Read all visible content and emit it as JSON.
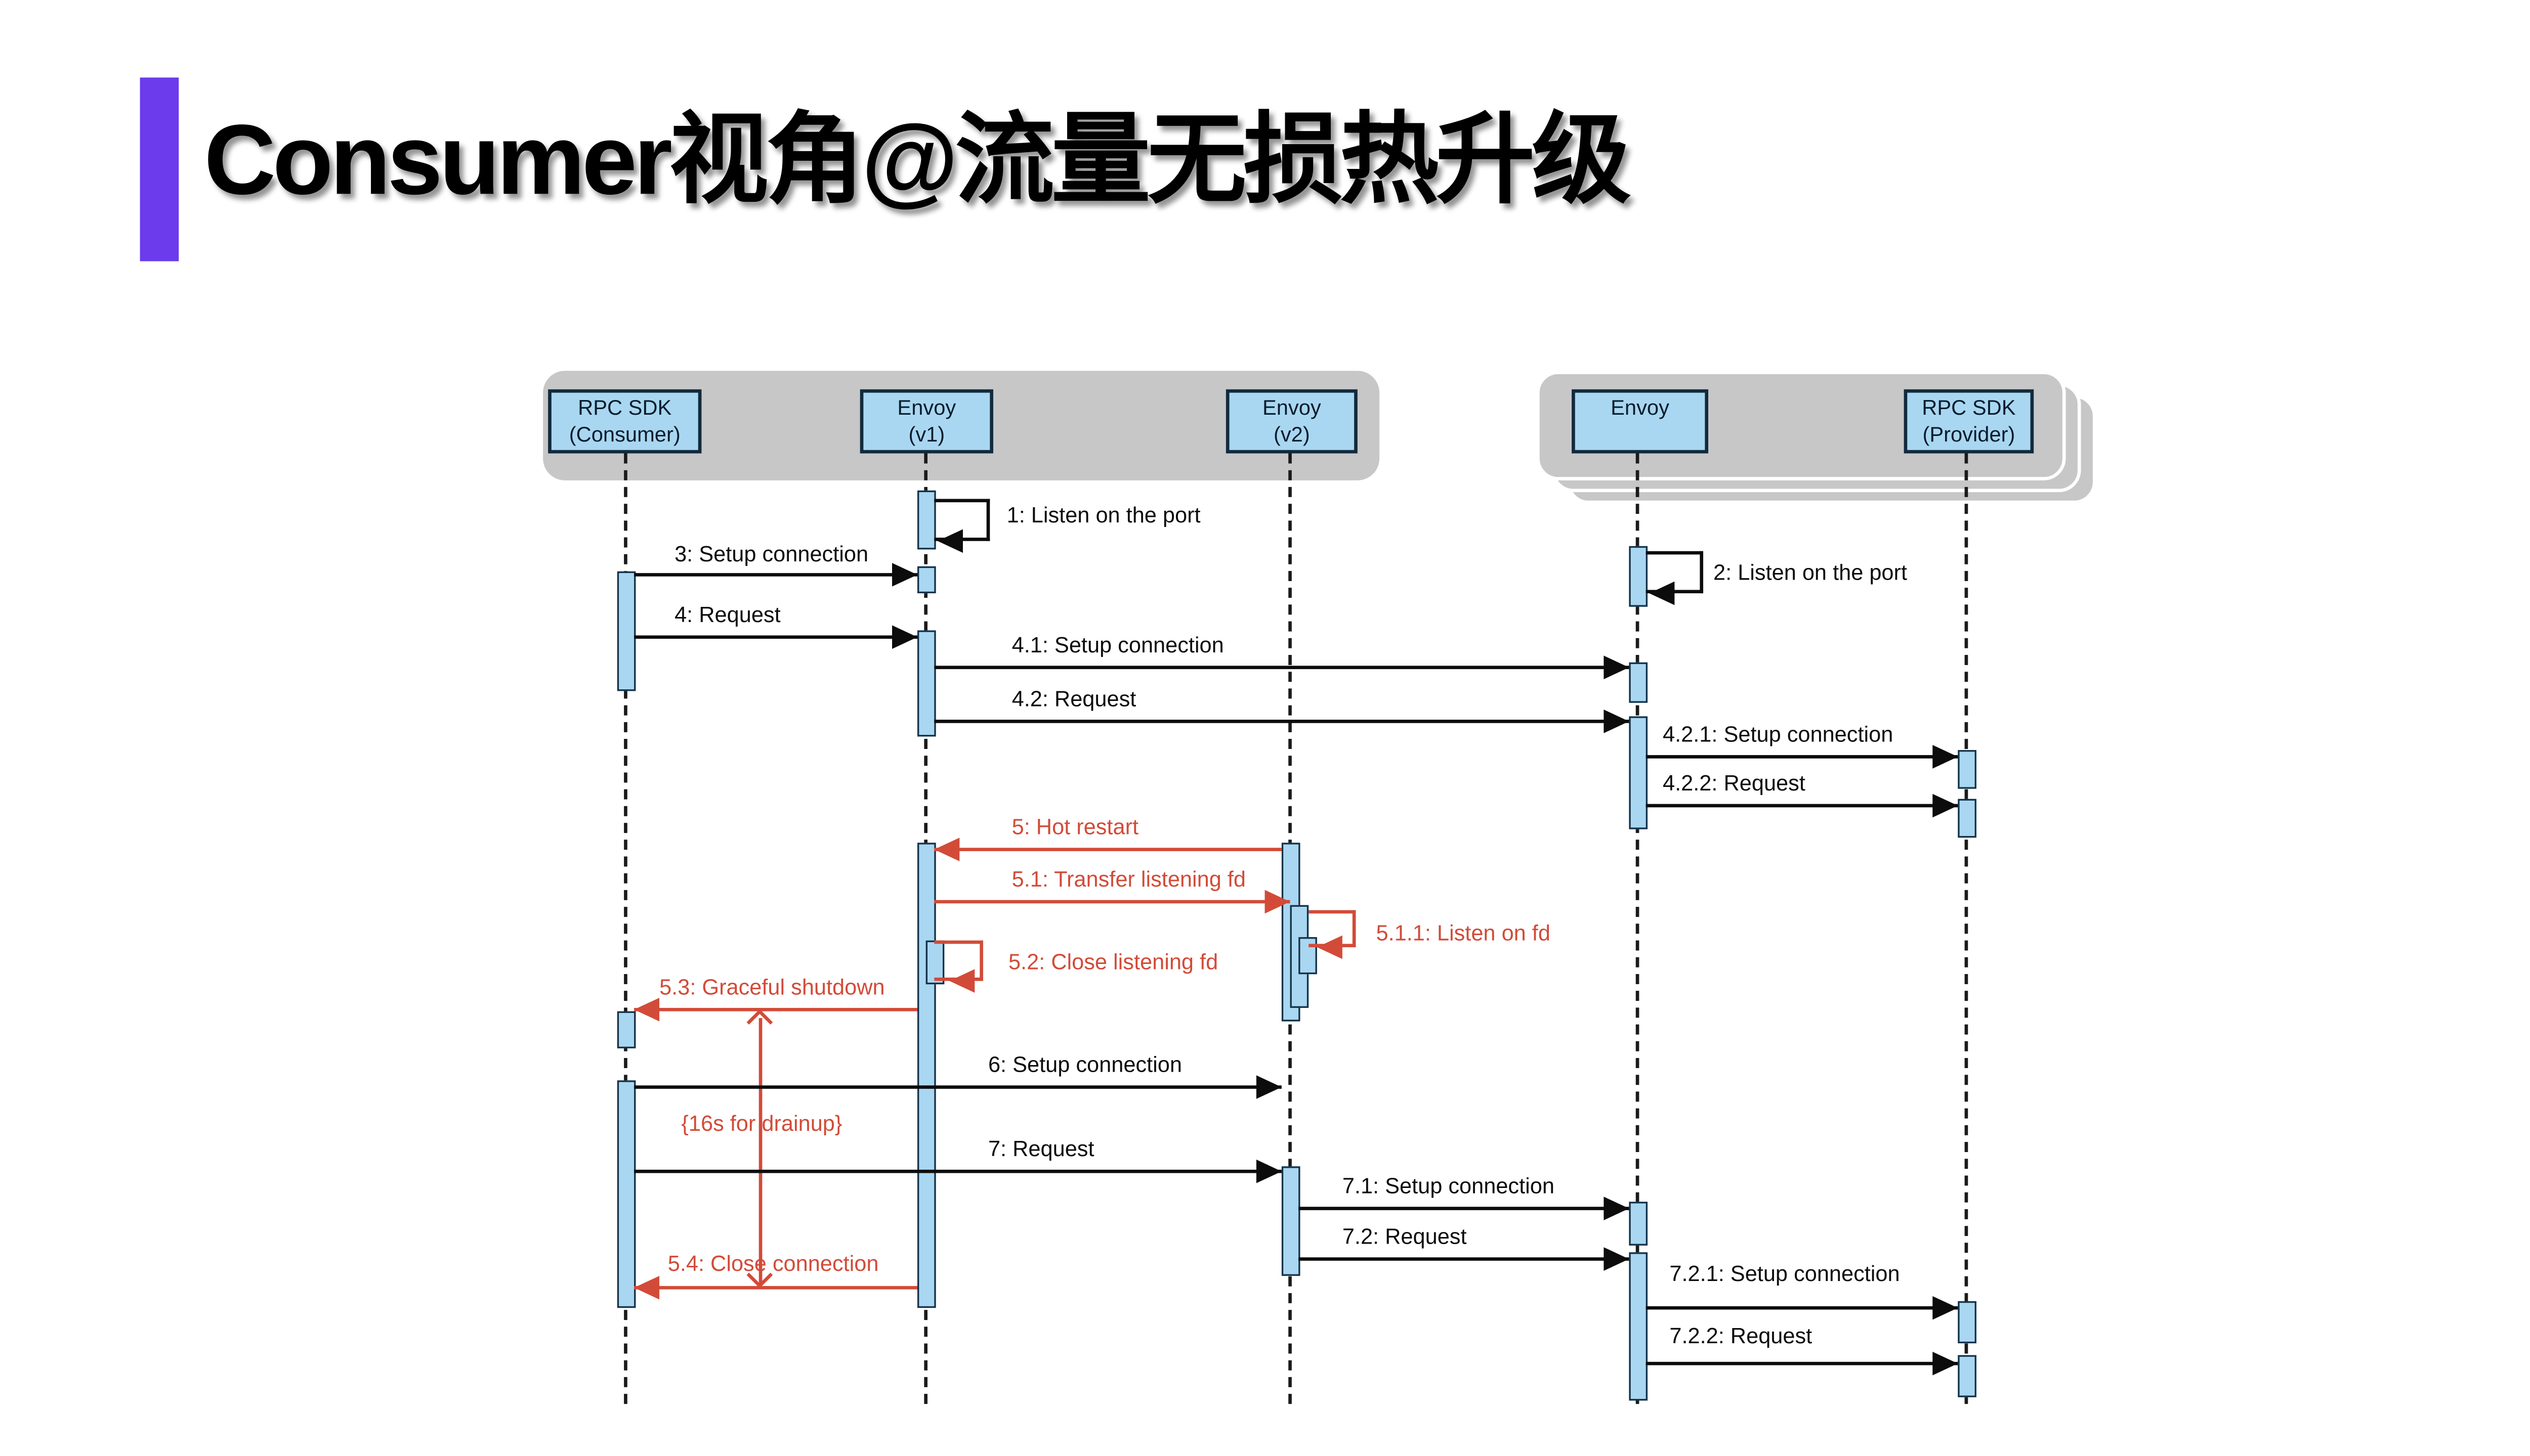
{
  "slide": {
    "title": "Consumer视角@流量无损热升级"
  },
  "colors": {
    "accent_bar": "#6B3BEC",
    "participant_fill": "#A9D7F1",
    "participant_border": "#122A3C",
    "group_fill": "#C7C7C8",
    "message_red": "#D24B38",
    "message_black": "#0C0C0C"
  },
  "diagram": {
    "groups": [
      {
        "id": "consumer-side",
        "stacked": false
      },
      {
        "id": "provider-side",
        "stacked": true
      }
    ],
    "participants": [
      {
        "id": "rpc-sdk-consumer",
        "line1": "RPC SDK",
        "line2": "(Consumer)"
      },
      {
        "id": "envoy-v1",
        "line1": "Envoy",
        "line2": "(v1)"
      },
      {
        "id": "envoy-v2",
        "line1": "Envoy",
        "line2": "(v2)"
      },
      {
        "id": "envoy-provider",
        "line1": "Envoy",
        "line2": ""
      },
      {
        "id": "rpc-sdk-provider",
        "line1": "RPC SDK",
        "line2": "(Provider)"
      }
    ],
    "messages": [
      {
        "label": "1: Listen on the port",
        "from": "envoy-v1",
        "to": "envoy-v1",
        "type": "self",
        "color": "black"
      },
      {
        "label": "2: Listen on the port",
        "from": "envoy-provider",
        "to": "envoy-provider",
        "type": "self",
        "color": "black"
      },
      {
        "label": "3: Setup connection",
        "from": "rpc-sdk-consumer",
        "to": "envoy-v1",
        "type": "arrow",
        "color": "black"
      },
      {
        "label": "4: Request",
        "from": "rpc-sdk-consumer",
        "to": "envoy-v1",
        "type": "arrow",
        "color": "black"
      },
      {
        "label": "4.1: Setup connection",
        "from": "envoy-v1",
        "to": "envoy-provider",
        "type": "arrow",
        "color": "black"
      },
      {
        "label": "4.2: Request",
        "from": "envoy-v1",
        "to": "envoy-provider",
        "type": "arrow",
        "color": "black"
      },
      {
        "label": "4.2.1: Setup connection",
        "from": "envoy-provider",
        "to": "rpc-sdk-provider",
        "type": "arrow",
        "color": "black"
      },
      {
        "label": "4.2.2: Request",
        "from": "envoy-provider",
        "to": "rpc-sdk-provider",
        "type": "arrow",
        "color": "black"
      },
      {
        "label": "5: Hot restart",
        "from": "envoy-v2",
        "to": "envoy-v1",
        "type": "arrow",
        "color": "red"
      },
      {
        "label": "5.1: Transfer listening fd",
        "from": "envoy-v1",
        "to": "envoy-v2",
        "type": "arrow",
        "color": "red"
      },
      {
        "label": "5.1.1: Listen on fd",
        "from": "envoy-v2",
        "to": "envoy-v2",
        "type": "self",
        "color": "red"
      },
      {
        "label": "5.2: Close listening fd",
        "from": "envoy-v1",
        "to": "envoy-v1",
        "type": "self",
        "color": "red"
      },
      {
        "label": "5.3: Graceful shutdown",
        "from": "envoy-v1",
        "to": "rpc-sdk-consumer",
        "type": "arrow",
        "color": "red"
      },
      {
        "label": "6: Setup connection",
        "from": "rpc-sdk-consumer",
        "to": "envoy-v2",
        "type": "arrow",
        "color": "black"
      },
      {
        "label": "{16s for drainup}",
        "from": "",
        "to": "",
        "type": "duration",
        "color": "red"
      },
      {
        "label": "7: Request",
        "from": "rpc-sdk-consumer",
        "to": "envoy-v2",
        "type": "arrow",
        "color": "black"
      },
      {
        "label": "7.1: Setup connection",
        "from": "envoy-v2",
        "to": "envoy-provider",
        "type": "arrow",
        "color": "black"
      },
      {
        "label": "7.2: Request",
        "from": "envoy-v2",
        "to": "envoy-provider",
        "type": "arrow",
        "color": "black"
      },
      {
        "label": "7.2.1: Setup connection",
        "from": "envoy-provider",
        "to": "rpc-sdk-provider",
        "type": "arrow",
        "color": "black"
      },
      {
        "label": "7.2.2: Request",
        "from": "envoy-provider",
        "to": "rpc-sdk-provider",
        "type": "arrow",
        "color": "black"
      },
      {
        "label": "5.4: Close connection",
        "from": "envoy-v1",
        "to": "rpc-sdk-consumer",
        "type": "arrow",
        "color": "red"
      }
    ]
  }
}
